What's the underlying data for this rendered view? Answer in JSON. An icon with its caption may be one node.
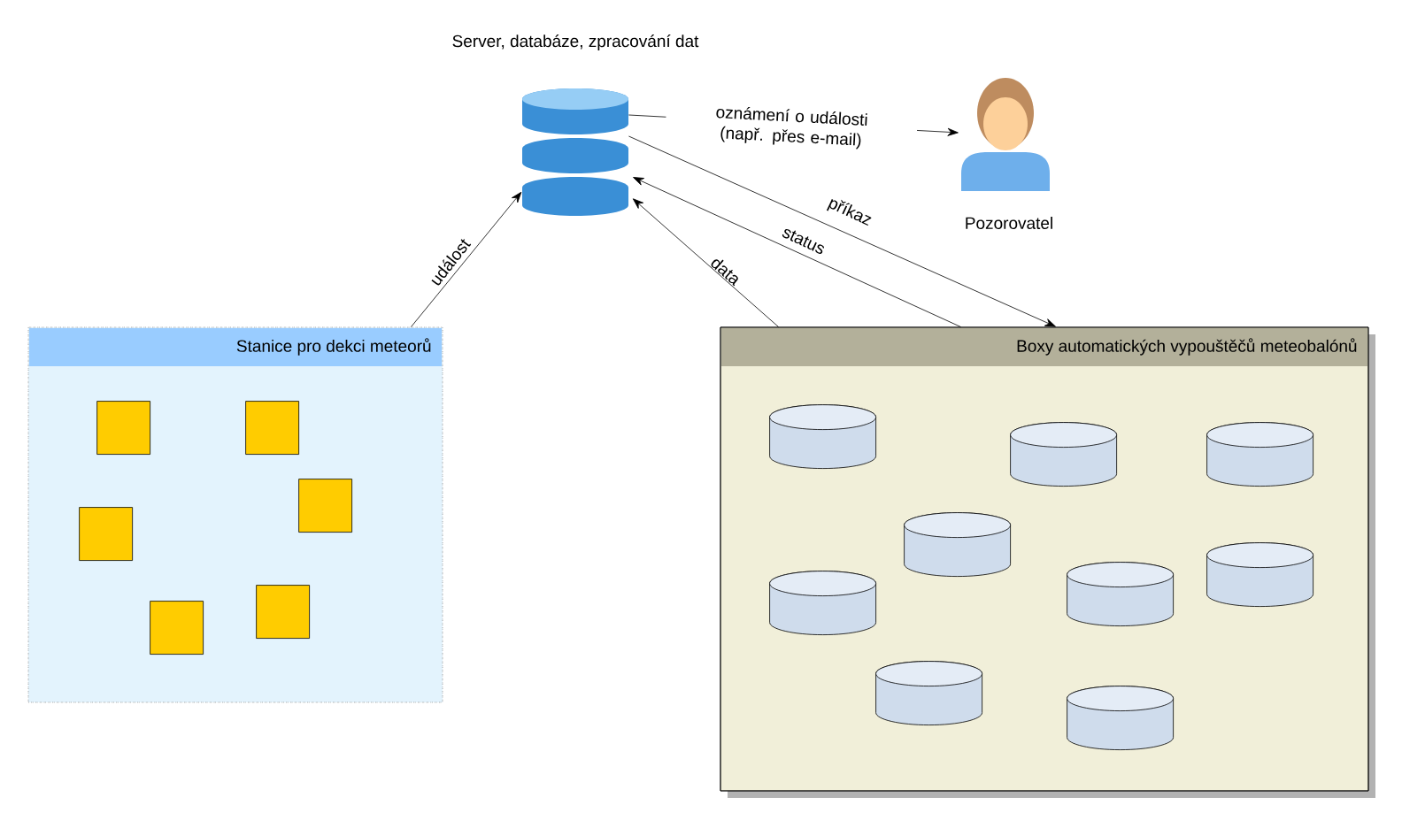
{
  "diagram": {
    "nodes": [
      {
        "text": [
          "Server, databáze, zpracování dat"
        ]
      },
      {
        "text": [
          "Pozorovatel"
        ]
      },
      {
        "text": [
          "Stanice pro dekci meteorů"
        ]
      },
      {
        "text": [],
        "shape": "box",
        "in": 2
      },
      {
        "text": [],
        "shape": "box",
        "in": 2
      },
      {
        "text": [],
        "shape": "box",
        "in": 2
      },
      {
        "text": [],
        "shape": "box",
        "in": 2
      },
      {
        "text": [],
        "shape": "box",
        "in": 2
      },
      {
        "text": [],
        "shape": "box",
        "in": 2
      },
      {
        "text": [
          "Boxy automatických vypouštěčů meteobalónů"
        ]
      },
      {
        "text": [],
        "shape": "cylinder",
        "in": 9
      },
      {
        "text": [],
        "shape": "cylinder",
        "in": 9
      },
      {
        "text": [],
        "shape": "cylinder",
        "in": 9
      },
      {
        "text": [],
        "shape": "cylinder",
        "in": 9
      },
      {
        "text": [],
        "shape": "cylinder",
        "in": 9
      },
      {
        "text": [],
        "shape": "cylinder",
        "in": 9
      },
      {
        "text": [],
        "shape": "cylinder",
        "in": 9
      },
      {
        "text": [],
        "shape": "cylinder",
        "in": 9
      },
      {
        "text": [],
        "shape": "cylinder",
        "in": 9
      }
    ],
    "edges": [
      {
        "from": 0,
        "to": 1,
        "arrow": "to",
        "label": "oznámení o události (např. přes e-mail)"
      },
      {
        "from": 2,
        "to": 0,
        "arrow": "to",
        "label": "událost"
      },
      {
        "from": 0,
        "to": 9,
        "arrow": "to",
        "label": "příkaz"
      },
      {
        "from": 9,
        "to": 0,
        "arrow": "to",
        "label": "status"
      },
      {
        "from": 9,
        "to": 0,
        "arrow": "to",
        "label": "data"
      }
    ]
  }
}
